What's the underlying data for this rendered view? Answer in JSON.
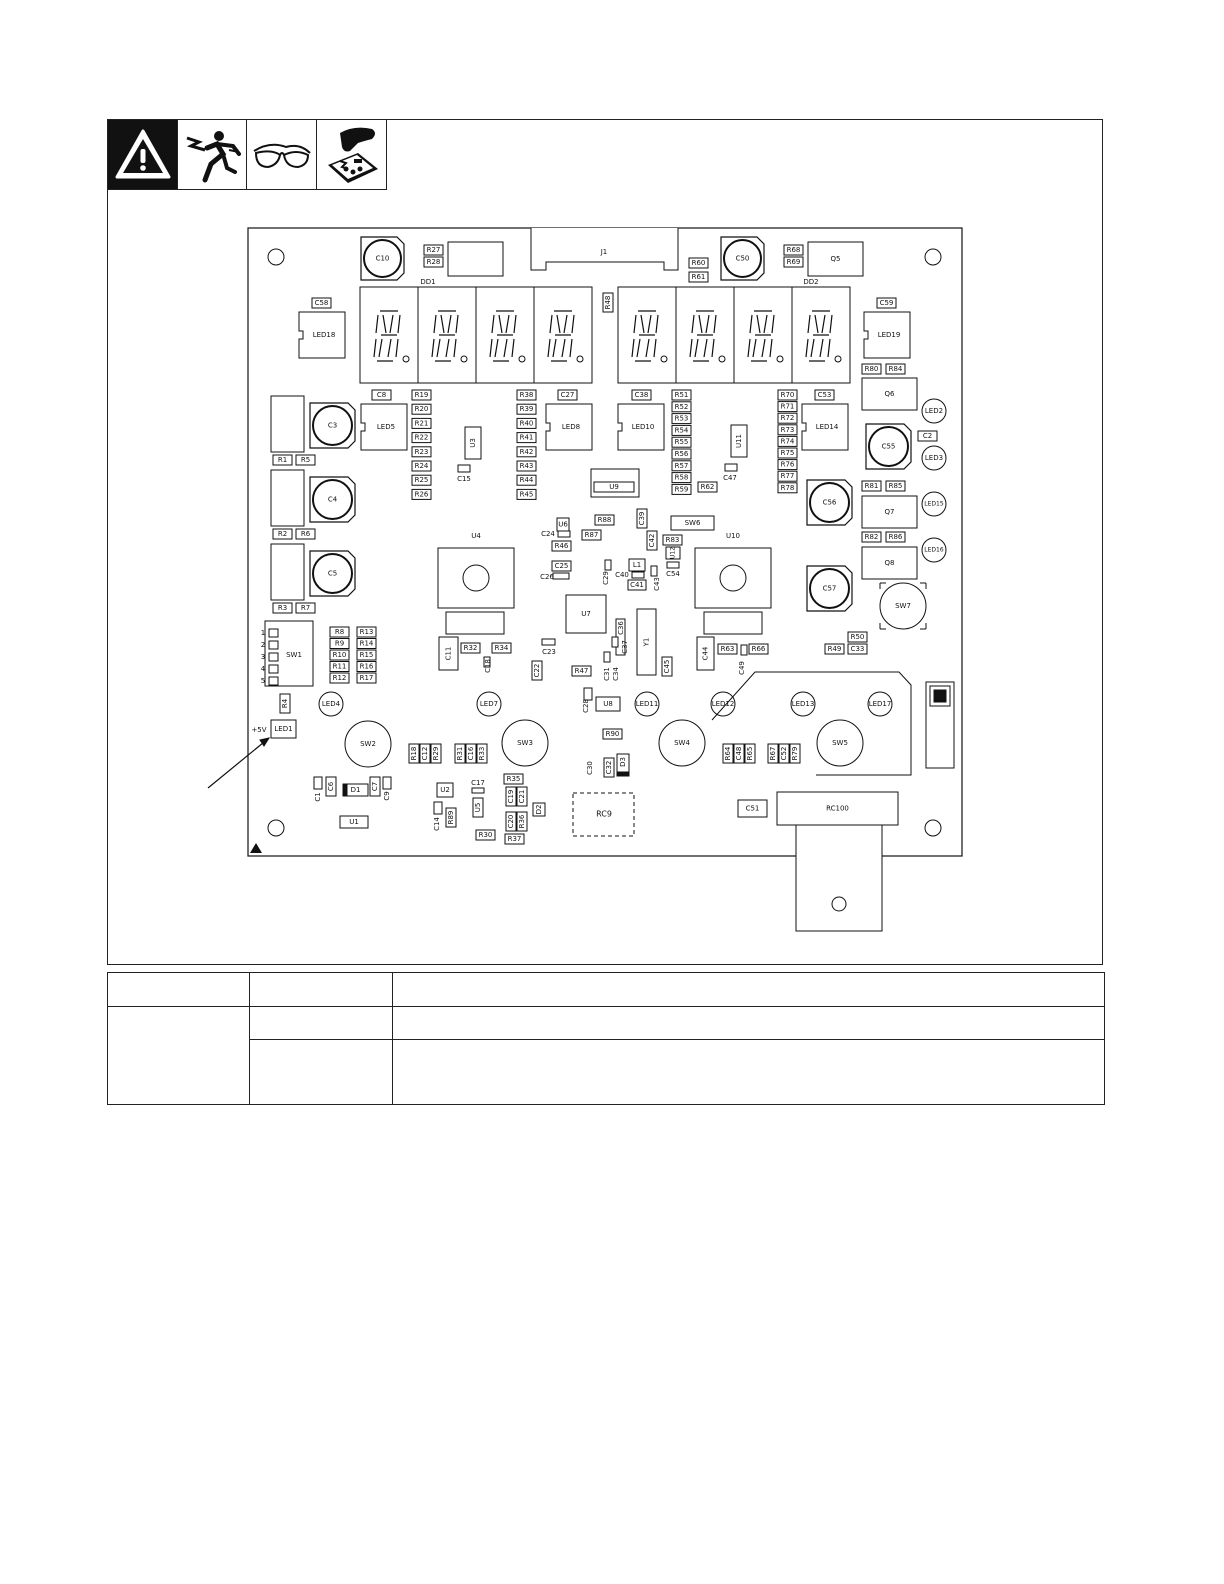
{
  "hazard_icons": [
    {
      "name": "warning-triangle-icon"
    },
    {
      "name": "electric-shock-icon"
    },
    {
      "name": "safety-glasses-icon"
    },
    {
      "name": "static-sensitive-board-icon"
    }
  ],
  "pcb": {
    "labels": {
      "J1": "J1",
      "DD1": "DD1",
      "DD2": "DD2",
      "C10": "C10",
      "C50": "C50",
      "Q5": "Q5",
      "R27": "R27",
      "R28": "R28",
      "R60": "R60",
      "R61": "R61",
      "R68": "R68",
      "R69": "R69",
      "C58": "C58",
      "LED18": "LED18",
      "C59": "C59",
      "LED19": "LED19",
      "R48": "R48",
      "C8": "C8",
      "C27": "C27",
      "C38": "C38",
      "C53": "C53",
      "C2": "C2",
      "R19": "R19",
      "R20": "R20",
      "R21": "R21",
      "R22": "R22",
      "R23": "R23",
      "R24": "R24",
      "R25": "R25",
      "R26": "R26",
      "R38": "R38",
      "R39": "R39",
      "R40": "R40",
      "R41": "R41",
      "R42": "R42",
      "R43": "R43",
      "R44": "R44",
      "R45": "R45",
      "R51": "R51",
      "R52": "R52",
      "R53": "R53",
      "R54": "R54",
      "R55": "R55",
      "R56": "R56",
      "R57": "R57",
      "R58": "R58",
      "R59": "R59",
      "R70": "R70",
      "R71": "R71",
      "R72": "R72",
      "R73": "R73",
      "R74": "R74",
      "R75": "R75",
      "R76": "R76",
      "R77": "R77",
      "R78": "R78",
      "R80": "R80",
      "R84": "R84",
      "R81": "R81",
      "R85": "R85",
      "R82": "R82",
      "R86": "R86",
      "Q6": "Q6",
      "Q7": "Q7",
      "Q8": "Q8",
      "C55": "C55",
      "C56": "C56",
      "C57": "C57",
      "LED2": "LED2",
      "LED3": "LED3",
      "LED15": "LED15",
      "LED16": "LED16",
      "C3": "C3",
      "C4": "C4",
      "C5": "C5",
      "LED5": "LED5",
      "LED8": "LED8",
      "LED10": "LED10",
      "LED14": "LED14",
      "R1": "R1",
      "R5": "R5",
      "R2": "R2",
      "R6": "R6",
      "R3": "R3",
      "R7": "R7",
      "U3": "U3",
      "U11": "U11",
      "C15": "C15",
      "C47": "C47",
      "U9": "U9",
      "R62": "R62",
      "R88": "R88",
      "R87": "R87",
      "C39": "C39",
      "C24": "C24",
      "U6": "U6",
      "R46": "R46",
      "C42": "C42",
      "R83": "R83",
      "SW6": "SW6",
      "U12": "U12",
      "U4": "U4",
      "U10": "U10",
      "C25": "C25",
      "C26": "C26",
      "C29": "C29",
      "L1": "L1",
      "C40": "C40",
      "C41": "C41",
      "C43": "C43",
      "C54": "C54",
      "U7": "U7",
      "C36": "C36",
      "Y1": "Y1",
      "C37": "C37",
      "C45": "C45",
      "C34": "C34",
      "C31": "C31",
      "C44": "C44",
      "R63": "R63",
      "R66": "R66",
      "C49": "C49",
      "R50": "R50",
      "R49": "R49",
      "C33": "C33",
      "SW7": "SW7",
      "SW1": "SW1",
      "R8": "R8",
      "R9": "R9",
      "R10": "R10",
      "R11": "R11",
      "R12": "R12",
      "R13": "R13",
      "R14": "R14",
      "R15": "R15",
      "R16": "R16",
      "R17": "R17",
      "C11": "C11",
      "R32": "R32",
      "R34": "R34",
      "C18": "C18",
      "C23": "C23",
      "C22": "C22",
      "R47": "R47",
      "R4": "R4",
      "LED4": "LED4",
      "LED7": "LED7",
      "LED11": "LED11",
      "LED12": "LED12",
      "LED13": "LED13",
      "LED17": "LED17",
      "+5V": "+5V",
      "LED1": "LED1",
      "SW2": "SW2",
      "SW3": "SW3",
      "SW4": "SW4",
      "SW5": "SW5",
      "C28": "C28",
      "U8": "U8",
      "R90": "R90",
      "R18": "R18",
      "C12": "C12",
      "R29": "R29",
      "R31": "R31",
      "C16": "C16",
      "R33": "R33",
      "R64": "R64",
      "C48": "C48",
      "R65": "R65",
      "R67": "R67",
      "C52": "C52",
      "R79": "R79",
      "C30": "C30",
      "C32": "C32",
      "D3": "D3",
      "C6": "C6",
      "C1": "C1",
      "D1": "D1",
      "C7": "C7",
      "C9": "C9",
      "U1": "U1",
      "U2": "U2",
      "C14": "C14",
      "R89": "R89",
      "U5": "U5",
      "C17": "C17",
      "R35": "R35",
      "C19": "C19",
      "C21": "C21",
      "D2": "D2",
      "C20": "C20",
      "R36": "R36",
      "R30": "R30",
      "R37": "R37",
      "RC9": "RC9",
      "C51": "C51",
      "RC100": "RC100"
    },
    "sw1_pins": [
      "1",
      "2",
      "3",
      "4",
      "5"
    ]
  },
  "info_table": {
    "rows": [
      [
        "",
        "",
        ""
      ],
      [
        "",
        "",
        ""
      ],
      [
        "",
        ""
      ]
    ]
  }
}
